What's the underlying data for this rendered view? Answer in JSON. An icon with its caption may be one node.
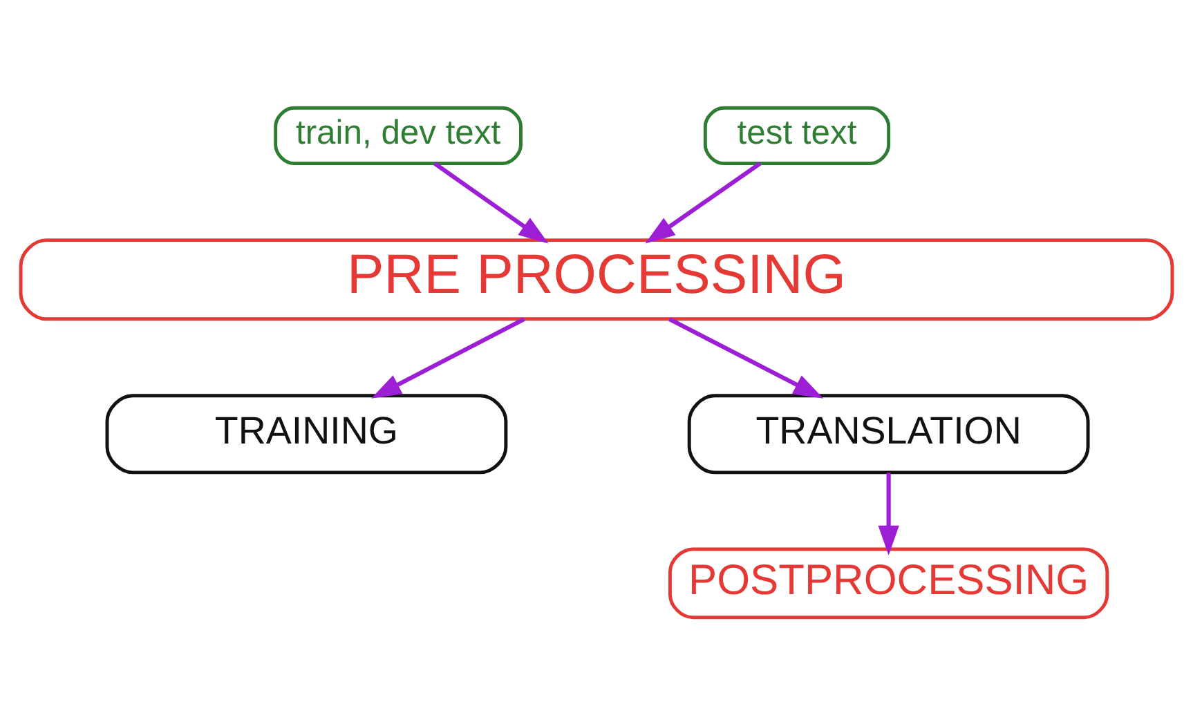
{
  "diagram": {
    "nodes": [
      {
        "text": [
          "train, dev text"
        ]
      },
      {
        "text": [
          "test text"
        ]
      },
      {
        "text": [
          "PRE PROCESSING"
        ]
      },
      {
        "text": [
          "TRAINING"
        ]
      },
      {
        "text": [
          "TRANSLATION"
        ]
      },
      {
        "text": [
          "POSTPROCESSING"
        ]
      }
    ],
    "edges": [
      {
        "from": 0,
        "to": 2,
        "arrow": "to"
      },
      {
        "from": 1,
        "to": 2,
        "arrow": "to"
      },
      {
        "from": 2,
        "to": 3,
        "arrow": "to"
      },
      {
        "from": 2,
        "to": 4,
        "arrow": "to"
      },
      {
        "from": 4,
        "to": 5,
        "arrow": "to"
      }
    ]
  }
}
